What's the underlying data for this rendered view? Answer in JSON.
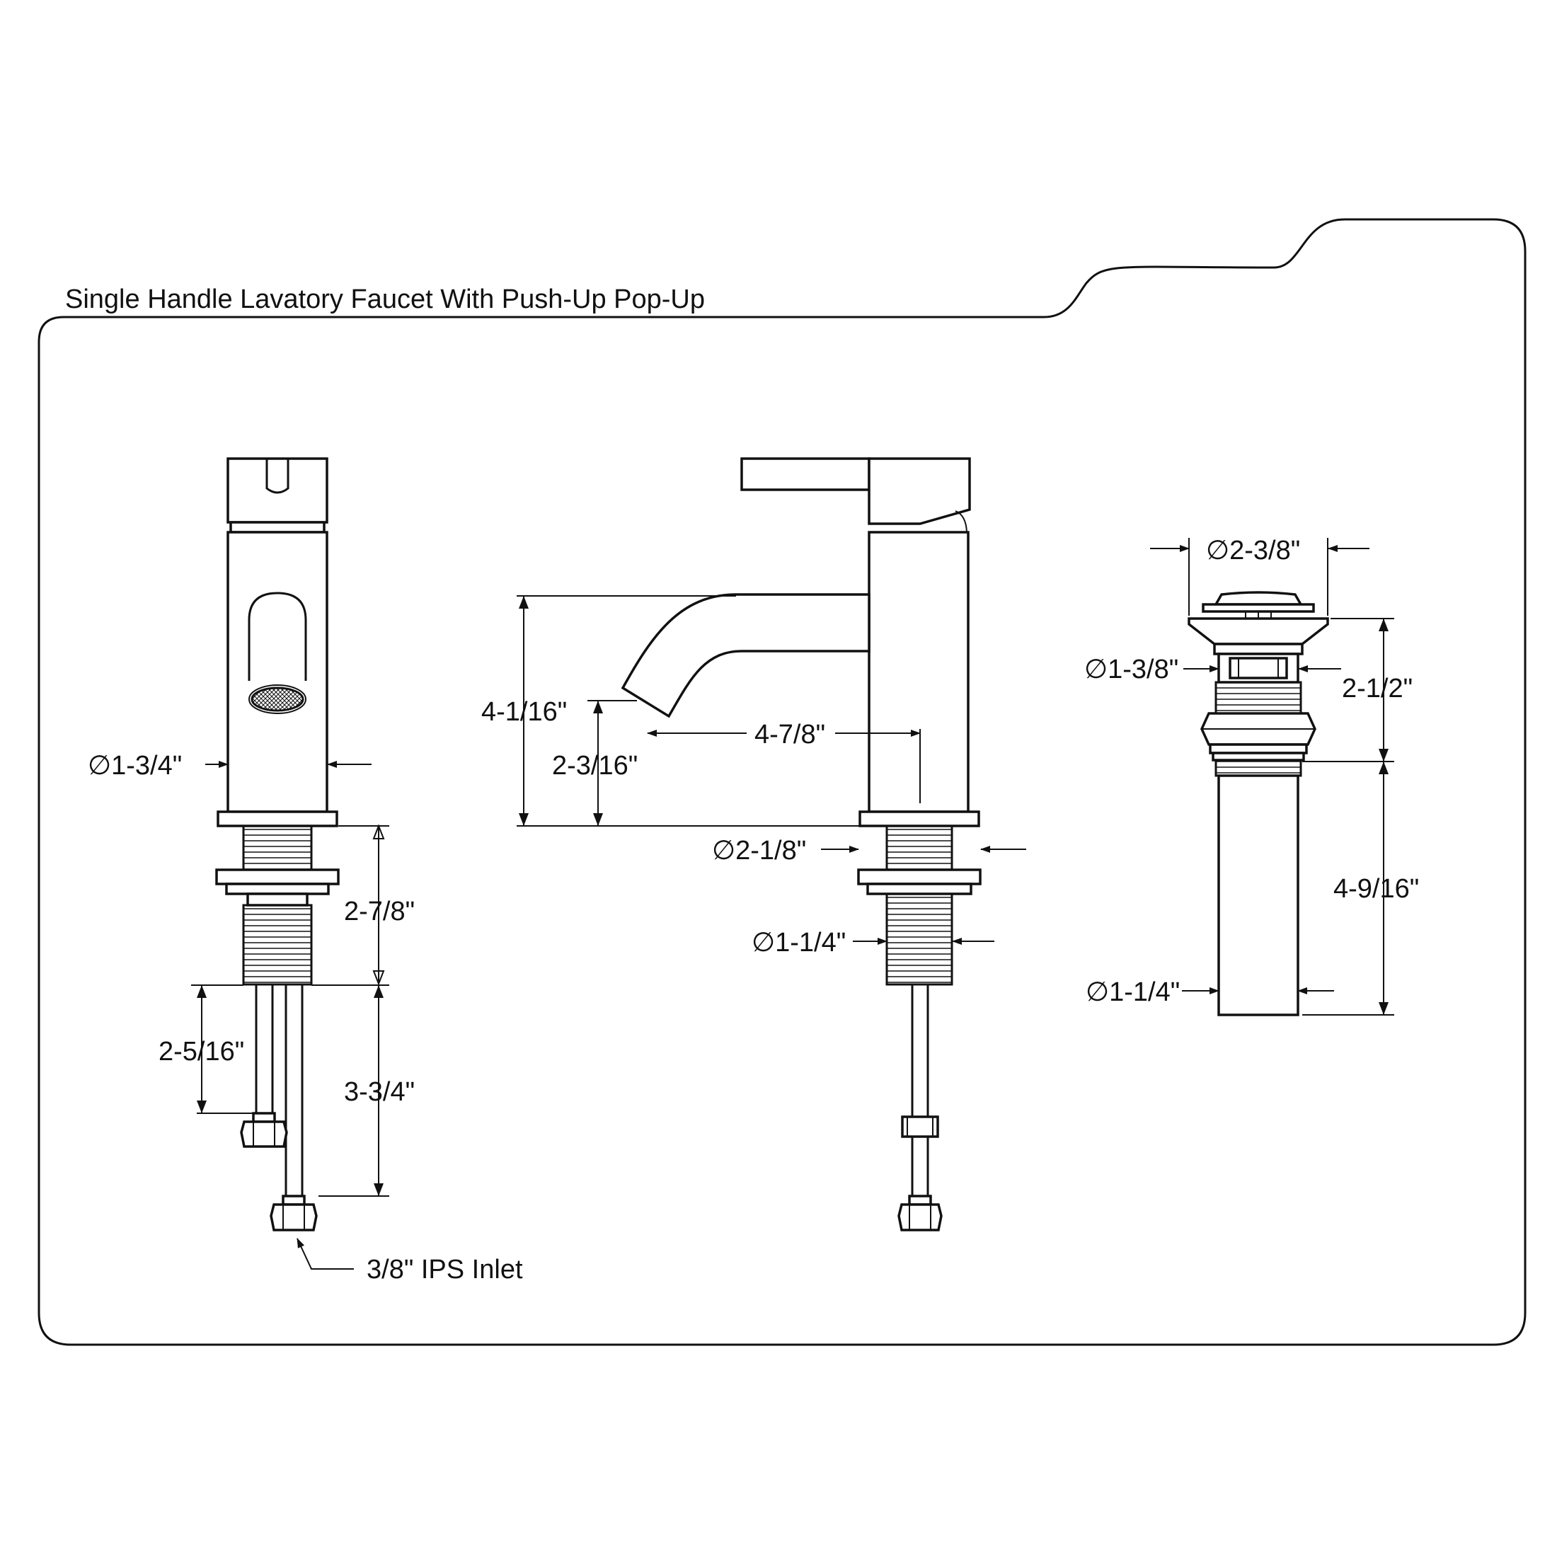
{
  "title": "Single Handle Lavatory Faucet With Push-Up Pop-Up",
  "front_view": {
    "body_diameter": "∅1-3/4\"",
    "shank_height": "2-7/8\"",
    "hose_offset": "2-5/16\"",
    "hose_length": "3-3/4\"",
    "inlet_label": "3/8\" IPS Inlet"
  },
  "side_view": {
    "overall_height": "4-1/16\"",
    "spout_clearance": "2-3/16\"",
    "spout_reach": "4-7/8\"",
    "base_diameter": "∅2-1/8\"",
    "shank_diameter": "∅1-1/4\""
  },
  "drain_view": {
    "flange_diameter": "∅2-3/8\"",
    "body_diameter": "∅1-3/8\"",
    "upper_height": "2-1/2\"",
    "tailpiece_length": "4-9/16\"",
    "tailpiece_diameter": "∅1-1/4\""
  }
}
